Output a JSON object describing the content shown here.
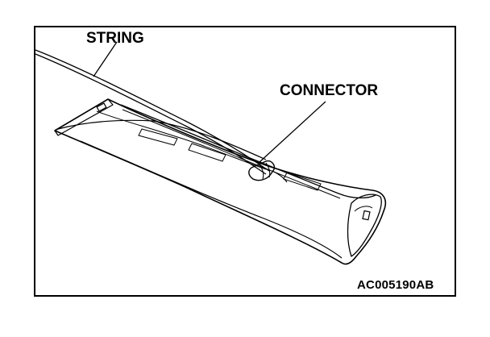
{
  "labels": {
    "string": "STRING",
    "connector": "CONNECTOR",
    "figure_code": "AC005190AB"
  },
  "colors": {
    "ink": "#000000",
    "paper": "#ffffff"
  }
}
